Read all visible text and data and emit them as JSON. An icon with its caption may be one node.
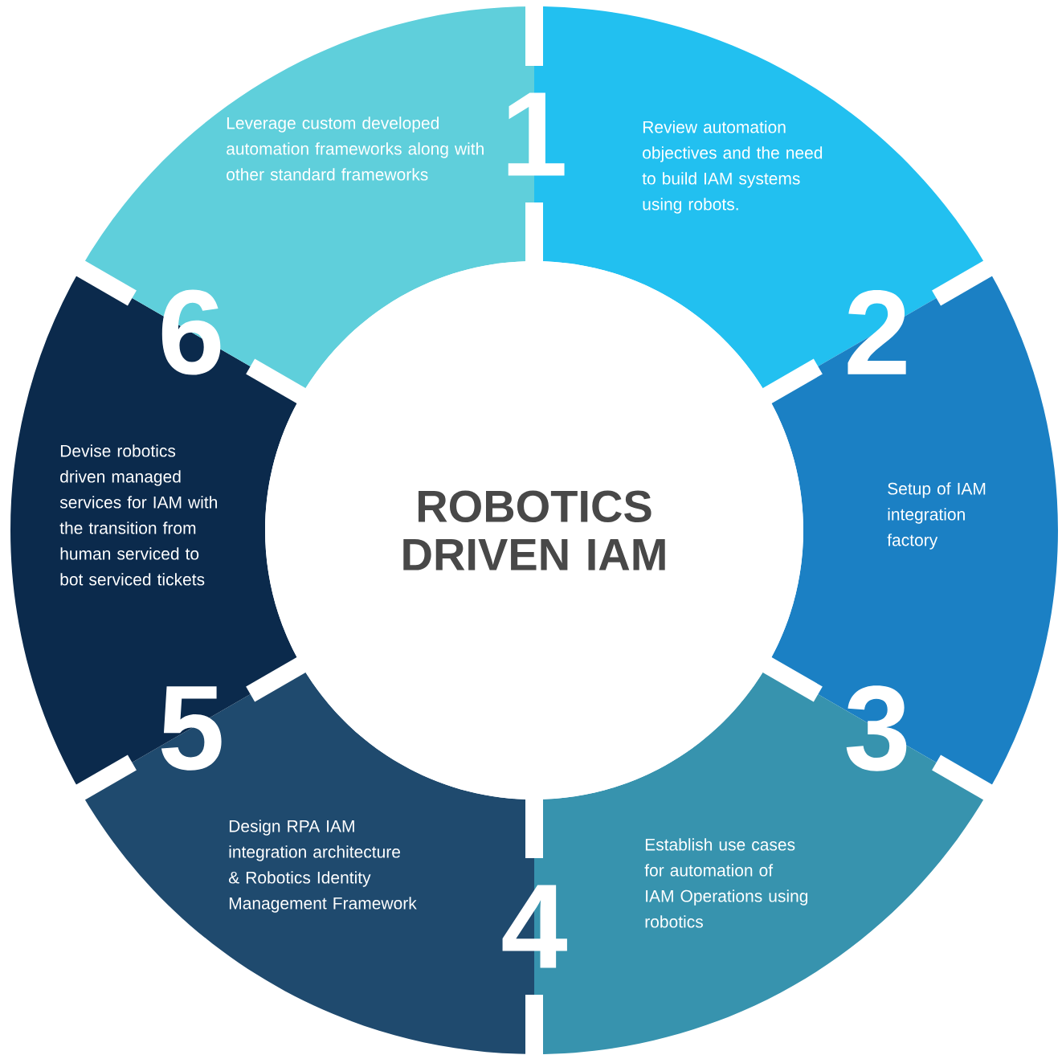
{
  "diagram": {
    "nodes": [
      {
        "text": [
          "ROBOTICS DRIVEN IAM"
        ]
      },
      {
        "text": [
          "Review automation objectives and the need to build IAM systems using robots."
        ]
      },
      {
        "text": [
          "Setup of IAM integration factory"
        ]
      },
      {
        "text": [
          "Establish use cases for automation of IAM Operations using robotics"
        ]
      },
      {
        "text": [
          "Design RPA IAM integration architecture & Robotics Identity Management Framework"
        ]
      },
      {
        "text": [
          "Devise robotics driven managed services for IAM with the transition from human serviced to bot serviced tickets"
        ]
      },
      {
        "text": [
          "Leverage custom developed automation frameworks along with other standard frameworks"
        ]
      }
    ],
    "labels": [
      "1",
      "2",
      "3",
      "4",
      "5",
      "6"
    ]
  }
}
